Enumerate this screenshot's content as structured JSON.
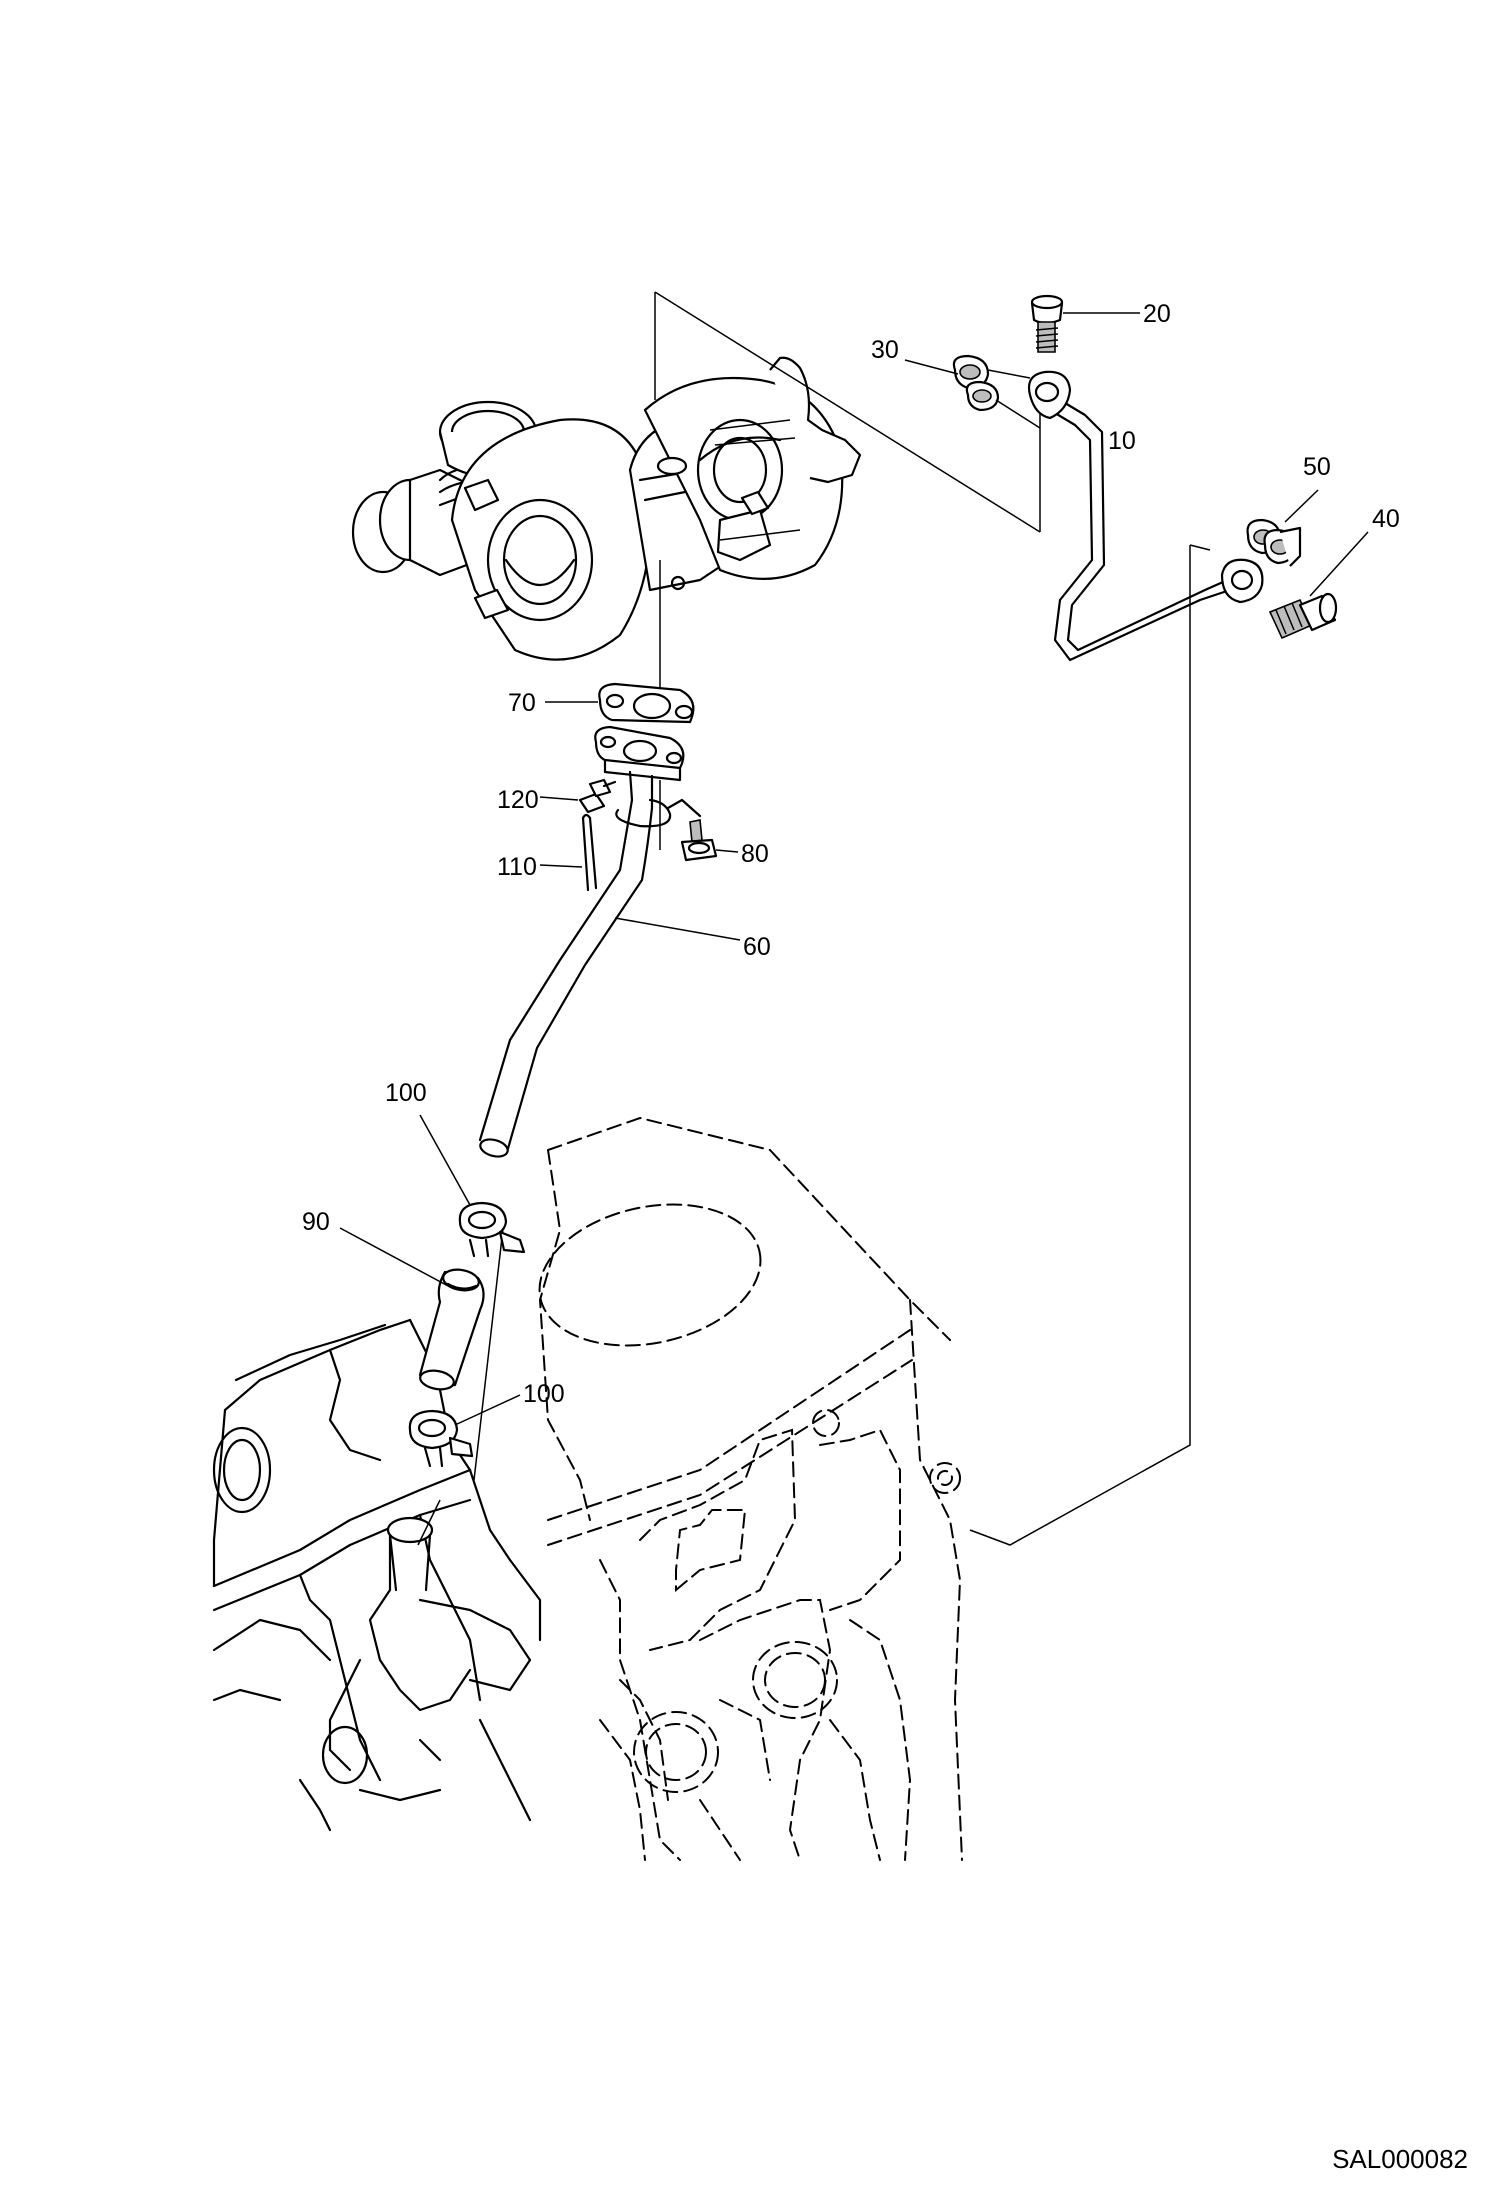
{
  "figure_ref": "SAL000082",
  "callouts": [
    {
      "id": "c10",
      "label": "10"
    },
    {
      "id": "c20",
      "label": "20"
    },
    {
      "id": "c30",
      "label": "30"
    },
    {
      "id": "c40",
      "label": "40"
    },
    {
      "id": "c50",
      "label": "50"
    },
    {
      "id": "c60",
      "label": "60"
    },
    {
      "id": "c70",
      "label": "70"
    },
    {
      "id": "c80",
      "label": "80"
    },
    {
      "id": "c90",
      "label": "90"
    },
    {
      "id": "c100a",
      "label": "100"
    },
    {
      "id": "c100b",
      "label": "100"
    },
    {
      "id": "c110",
      "label": "110"
    },
    {
      "id": "c120",
      "label": "120"
    }
  ]
}
